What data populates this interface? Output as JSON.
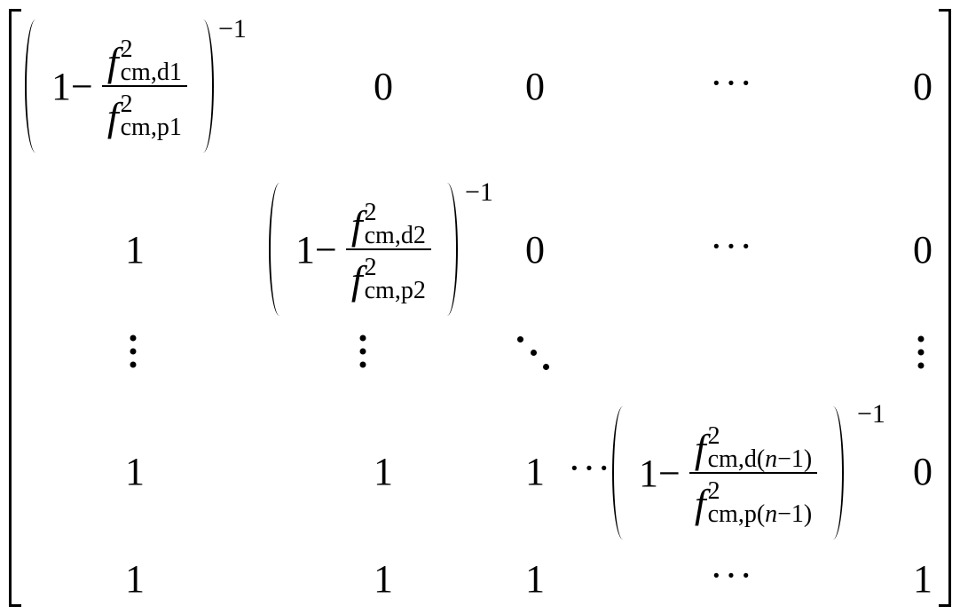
{
  "matrix": {
    "description": "Lower-triangular matrix with inverse factor diagonal entries",
    "rows": [
      [
        "(1 - f^2_{cm,d1}/f^2_{cm,p1})^-1",
        "0",
        "0",
        "⋯",
        "0"
      ],
      [
        "1",
        "(1 - f^2_{cm,d2}/f^2_{cm,p2})^-1",
        "0",
        "⋯",
        "0"
      ],
      [
        "⋮",
        "⋮",
        "⋱",
        "",
        "⋮"
      ],
      [
        "1",
        "1",
        "1",
        "⋯ (1 - f^2_{cm,d(n-1)}/f^2_{cm,p(n-1)})^-1",
        "0"
      ],
      [
        "1",
        "1",
        "1",
        "⋯",
        "1"
      ]
    ],
    "symbols": {
      "zero": "0",
      "one": "1",
      "hdots": "···",
      "minus_one_exp": "−1",
      "one_minus": "1−",
      "f": "f",
      "sup2": "2"
    },
    "diag": [
      {
        "num_sub": "cm,d1",
        "den_sub": "cm,p1"
      },
      {
        "num_sub": "cm,d2",
        "den_sub": "cm,p2"
      },
      {
        "num_sub_pre": "cm,d(",
        "num_sub_n": "n",
        "num_sub_post": "−1)",
        "den_sub_pre": "cm,p(",
        "den_sub_n": "n",
        "den_sub_post": "−1)"
      }
    ]
  }
}
